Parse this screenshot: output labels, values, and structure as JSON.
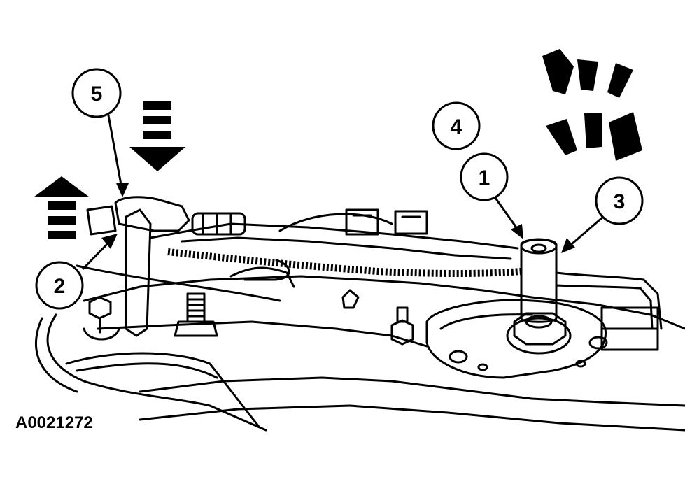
{
  "figure": {
    "id": "A0021272",
    "colors": {
      "ink": "#000000",
      "paper": "#ffffff"
    }
  },
  "callouts": [
    {
      "label": "1"
    },
    {
      "label": "2"
    },
    {
      "label": "3"
    },
    {
      "label": "4"
    },
    {
      "label": "5"
    }
  ]
}
